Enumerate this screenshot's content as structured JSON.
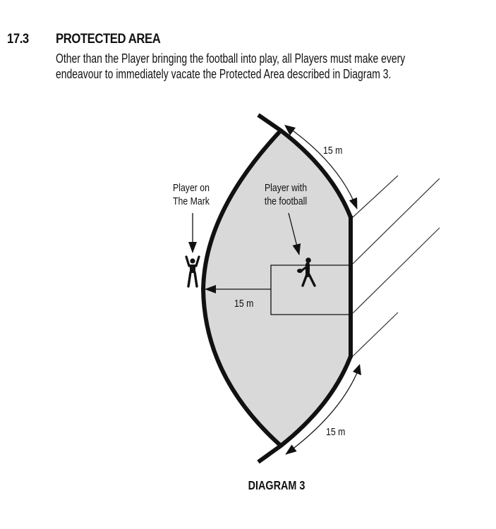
{
  "section": {
    "number": "17.3",
    "title": "PROTECTED AREA",
    "body_lines": [
      "Other than the Player bringing the football into play, all Players must make every",
      "endeavour to immediately vacate the Protected Area described in Diagram 3."
    ]
  },
  "diagram": {
    "caption": "DIAGRAM 3",
    "labels": {
      "top_distance": "15 m",
      "middle_distance": "15 m",
      "bottom_distance": "15 m",
      "player_on_mark_line1": "Player on",
      "player_on_mark_line2": "The Mark",
      "player_with_ball_line1": "Player with",
      "player_with_ball_line2": "the football"
    },
    "colors": {
      "protected_area_fill": "#d9d9d9",
      "line": "#111111"
    }
  }
}
